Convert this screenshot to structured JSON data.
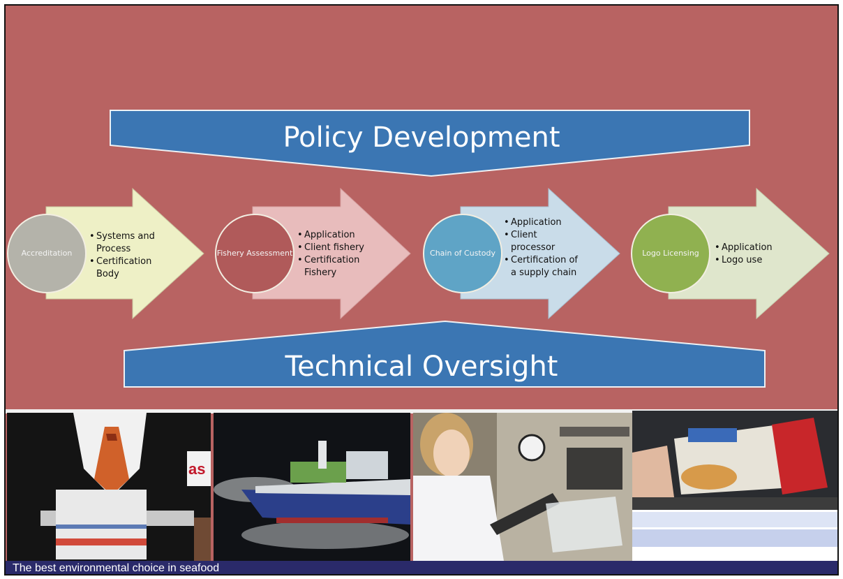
{
  "diagram": {
    "top_banner": "Policy Development",
    "bottom_banner": "Technical Oversight",
    "stages": [
      {
        "circle": "Accreditation",
        "bullets": [
          "Systems and Process",
          "Certification Body"
        ]
      },
      {
        "circle": "Fishery Assessment",
        "bullets": [
          "Application",
          "Client fishery",
          "Certification Fishery"
        ]
      },
      {
        "circle": "Chain of Custody",
        "bullets": [
          "Application",
          "Client processor",
          "Certification of a supply chain"
        ]
      },
      {
        "circle": "Logo Licensing",
        "bullets": [
          "Application",
          "Logo use"
        ]
      }
    ]
  },
  "photos": {
    "photo1_sign_text": "as"
  },
  "footer": {
    "tagline": "The best environmental choice in seafood"
  },
  "colors": {
    "background": "#b86362",
    "banner_blue": "#3b76b3",
    "arrow1": "#eef0c6",
    "arrow2": "#e8bcbc",
    "arrow3": "#c9dce9",
    "arrow4": "#dfe6cc",
    "circle1": "#b4b3aa",
    "circle2": "#b05a5a",
    "circle3": "#5fa4c6",
    "circle4": "#90b150",
    "footer": "#2a2a6a"
  }
}
